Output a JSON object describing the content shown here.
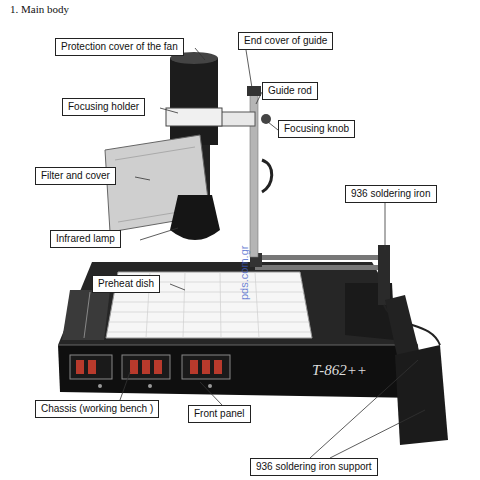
{
  "diagram": {
    "title": "1. Main body",
    "nodes": [
      {
        "text": [
          "Protection cover of the fan"
        ]
      },
      {
        "text": [
          "End cover of guide"
        ]
      },
      {
        "text": [
          "Guide rod"
        ]
      },
      {
        "text": [
          "Focusing holder"
        ]
      },
      {
        "text": [
          "Focusing knob"
        ]
      },
      {
        "text": [
          "Filter and cover"
        ]
      },
      {
        "text": [
          "936 soldering iron"
        ]
      },
      {
        "text": [
          "Infrared lamp"
        ]
      },
      {
        "text": [
          "Preheat dish"
        ]
      },
      {
        "text": [
          "Chassis (working bench )"
        ]
      },
      {
        "text": [
          "Front panel"
        ]
      },
      {
        "text": [
          "936 soldering iron support"
        ]
      }
    ],
    "labels": [
      "pds.com.gr",
      "T-862++"
    ]
  }
}
